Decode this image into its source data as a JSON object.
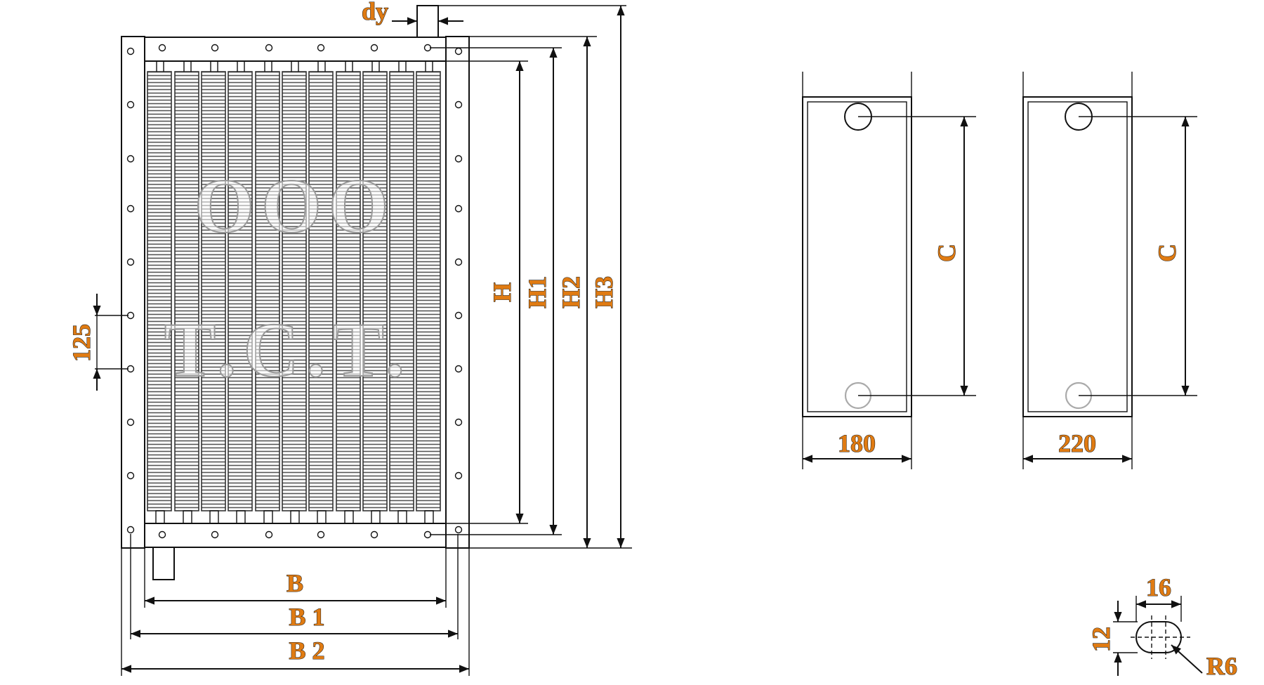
{
  "heater_front": {
    "labels": {
      "h": "H",
      "h1": "H1",
      "h2": "H2",
      "h3": "H3",
      "b": "B",
      "b1": "B 1",
      "b2": "B 2",
      "dy": "dy",
      "pitch": "125"
    }
  },
  "side_view_1": {
    "width_label": "180",
    "c_label": "C"
  },
  "side_view_2": {
    "width_label": "220",
    "c_label": "C"
  },
  "slot_detail": {
    "length_label": "16",
    "height_label": "12",
    "radius_label": "R6"
  },
  "watermark": {
    "line1": "OOO",
    "line2": "T.C.T."
  },
  "colors": {
    "label_fill": "#e07b12",
    "line": "#111111",
    "background": "#ffffff"
  }
}
